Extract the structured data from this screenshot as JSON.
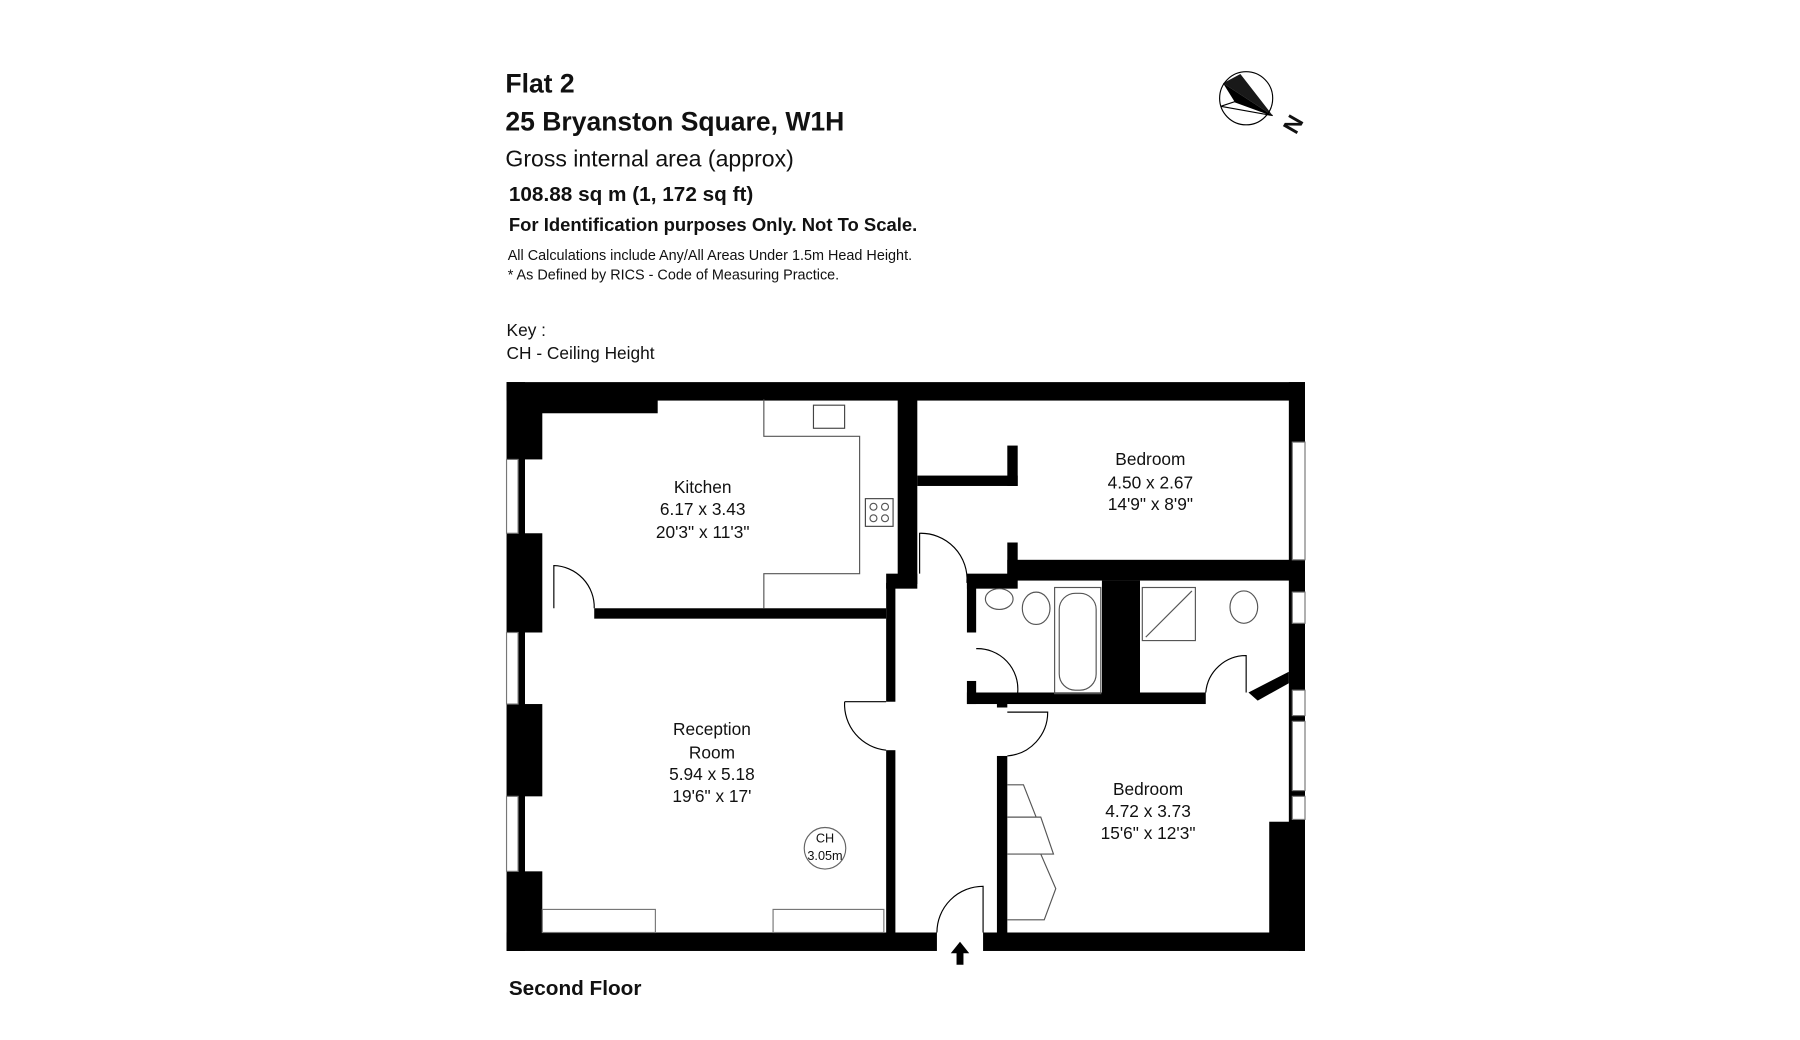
{
  "header": {
    "flat": "Flat 2",
    "address": "25 Bryanston Square, W1H",
    "gia_label": "Gross internal area (approx)",
    "area": "108.88 sq m (1, 172 sq ft)",
    "disclaimer": "For Identification purposes Only. Not To Scale.",
    "note1": "All Calculations include Any/All Areas Under 1.5m Head Height.",
    "note2": "* As Defined by RICS - Code of Measuring Practice."
  },
  "key": {
    "title": "Key :",
    "ch": "CH - Ceiling Height"
  },
  "compass": {
    "label": "N"
  },
  "rooms": {
    "kitchen": {
      "name": "Kitchen",
      "metric": "6.17 x 3.43",
      "imperial": "20'3\" x 11'3\""
    },
    "bedroom1": {
      "name": "Bedroom",
      "metric": "4.50 x 2.67",
      "imperial": "14'9\" x 8'9\""
    },
    "reception": {
      "name1": "Reception",
      "name2": "Room",
      "metric": "5.94 x 5.18",
      "imperial": "19'6\" x 17'"
    },
    "bedroom2": {
      "name": "Bedroom",
      "metric": "4.72 x 3.73",
      "imperial": "15'6\" x 12'3\""
    }
  },
  "ceiling": {
    "label": "CH",
    "value": "3.05m"
  },
  "floor_label": "Second Floor"
}
